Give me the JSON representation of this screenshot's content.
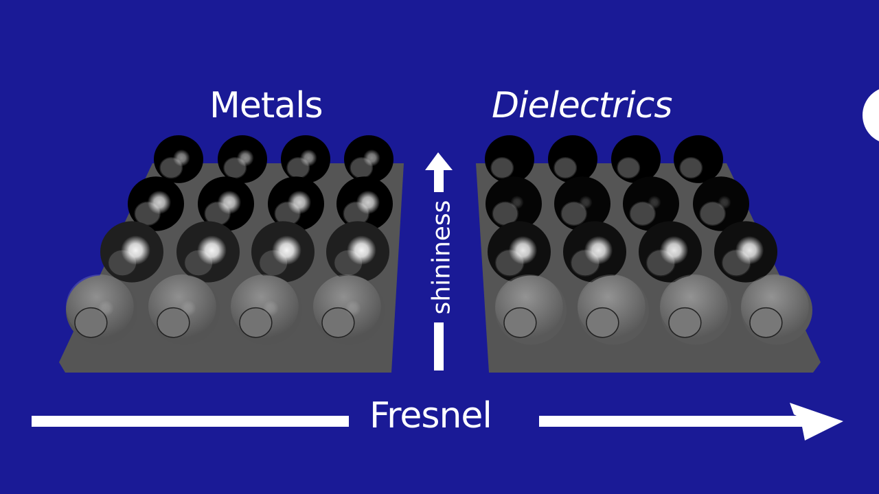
{
  "labels": {
    "metals": "Metals",
    "dielectrics": "Dielectrics",
    "fresnel": "Fresnel",
    "shininess": "shininess"
  },
  "colors": {
    "background": "#1a1a96",
    "floor": "#555555",
    "arrow": "#ffffff"
  },
  "grids": [
    {
      "name": "metals",
      "rows": [
        {
          "specular": 0.55,
          "base": 0.0
        },
        {
          "specular": 0.8,
          "base": 0.0
        },
        {
          "specular": 0.95,
          "base": 0.12
        },
        {
          "specular": 0.15,
          "base": 0.33
        }
      ]
    },
    {
      "name": "dielectrics",
      "rows": [
        {
          "specular": 0.05,
          "base": 0.0
        },
        {
          "specular": 0.2,
          "base": 0.02
        },
        {
          "specular": 0.9,
          "base": 0.06
        },
        {
          "specular": 0.1,
          "base": 0.35
        }
      ]
    }
  ]
}
